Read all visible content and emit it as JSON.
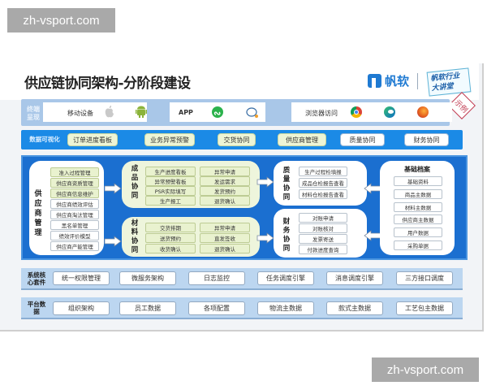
{
  "watermarks": {
    "top": "zh-vsport.com",
    "bottom": "zh-vsport.com"
  },
  "header": {
    "title": "供应链协同架构-分阶段建设",
    "logo_text": "帆软",
    "lecture_badge": "帆软行业大讲堂",
    "stamp": "示例"
  },
  "terminal": {
    "label": "终端呈现",
    "groups": [
      {
        "label": "移动设备",
        "icons": [
          "apple-icon",
          "android-icon"
        ]
      },
      {
        "label": "APP",
        "icons": [
          "mini-program-icon",
          "chat-icon"
        ]
      },
      {
        "label": "浏览器访问",
        "icons": [
          "chrome-icon",
          "edge-icon",
          "firefox-icon"
        ]
      }
    ]
  },
  "visualization": {
    "label": "数据可视化",
    "items": [
      "订单进度看板",
      "业务异常预警",
      "交货协同",
      "供应商管理",
      "质量协同",
      "财务协同"
    ]
  },
  "core": {
    "supplier": {
      "label": "供应商管理",
      "items": [
        "准入过程管理",
        "供应商资质管理",
        "供应商信息维护",
        "供应商绩效评估",
        "供应商淘汰管理",
        "黑名单管理",
        "绩效评价模型",
        "供应商产能管理"
      ]
    },
    "finished": {
      "label": "成品协同",
      "col1": [
        "生产进度看板",
        "异常预警看板",
        "PSR实际填写",
        "生产报工"
      ],
      "col2": [
        "异常申请",
        "发运需求",
        "发货预约",
        "退货确认"
      ]
    },
    "material": {
      "label": "材料协同",
      "col1": [
        "交货排期",
        "送货预约",
        "收货确认"
      ],
      "col2": [
        "异常申请",
        "直发签收",
        "退货确认"
      ]
    },
    "quality": {
      "label": "质量协同",
      "items": [
        "生产过程检填报",
        "成品仓检报告查看",
        "材料仓检报告查看"
      ]
    },
    "finance": {
      "label": "财务协同",
      "items": [
        "对账申请",
        "对账核对",
        "发票寄送",
        "付款进度查询"
      ]
    },
    "archive": {
      "label": "基础档案",
      "items": [
        "基础资料",
        "商品主数据",
        "材料主数据",
        "供应商主数据",
        "用户数据",
        "采购单据"
      ]
    }
  },
  "system_core": {
    "label": "系统核心套件",
    "items": [
      "统一权限管理",
      "微服务架构",
      "日志监控",
      "任务调度引擎",
      "消息调度引擎",
      "三方接口调度"
    ]
  },
  "platform_data": {
    "label": "平台数据",
    "items": [
      "组织架构",
      "员工数据",
      "各项配置",
      "物流主数据",
      "款式主数据",
      "工艺包主数据"
    ]
  },
  "colors": {
    "brand_blue": "#1f7ad2",
    "core_blue": "#1b6fd0",
    "viz_blue": "#1b8ae6",
    "light_band": "#a9c7e8",
    "green_panel": "#eef5dc",
    "stamp_red": "#c0394f"
  }
}
